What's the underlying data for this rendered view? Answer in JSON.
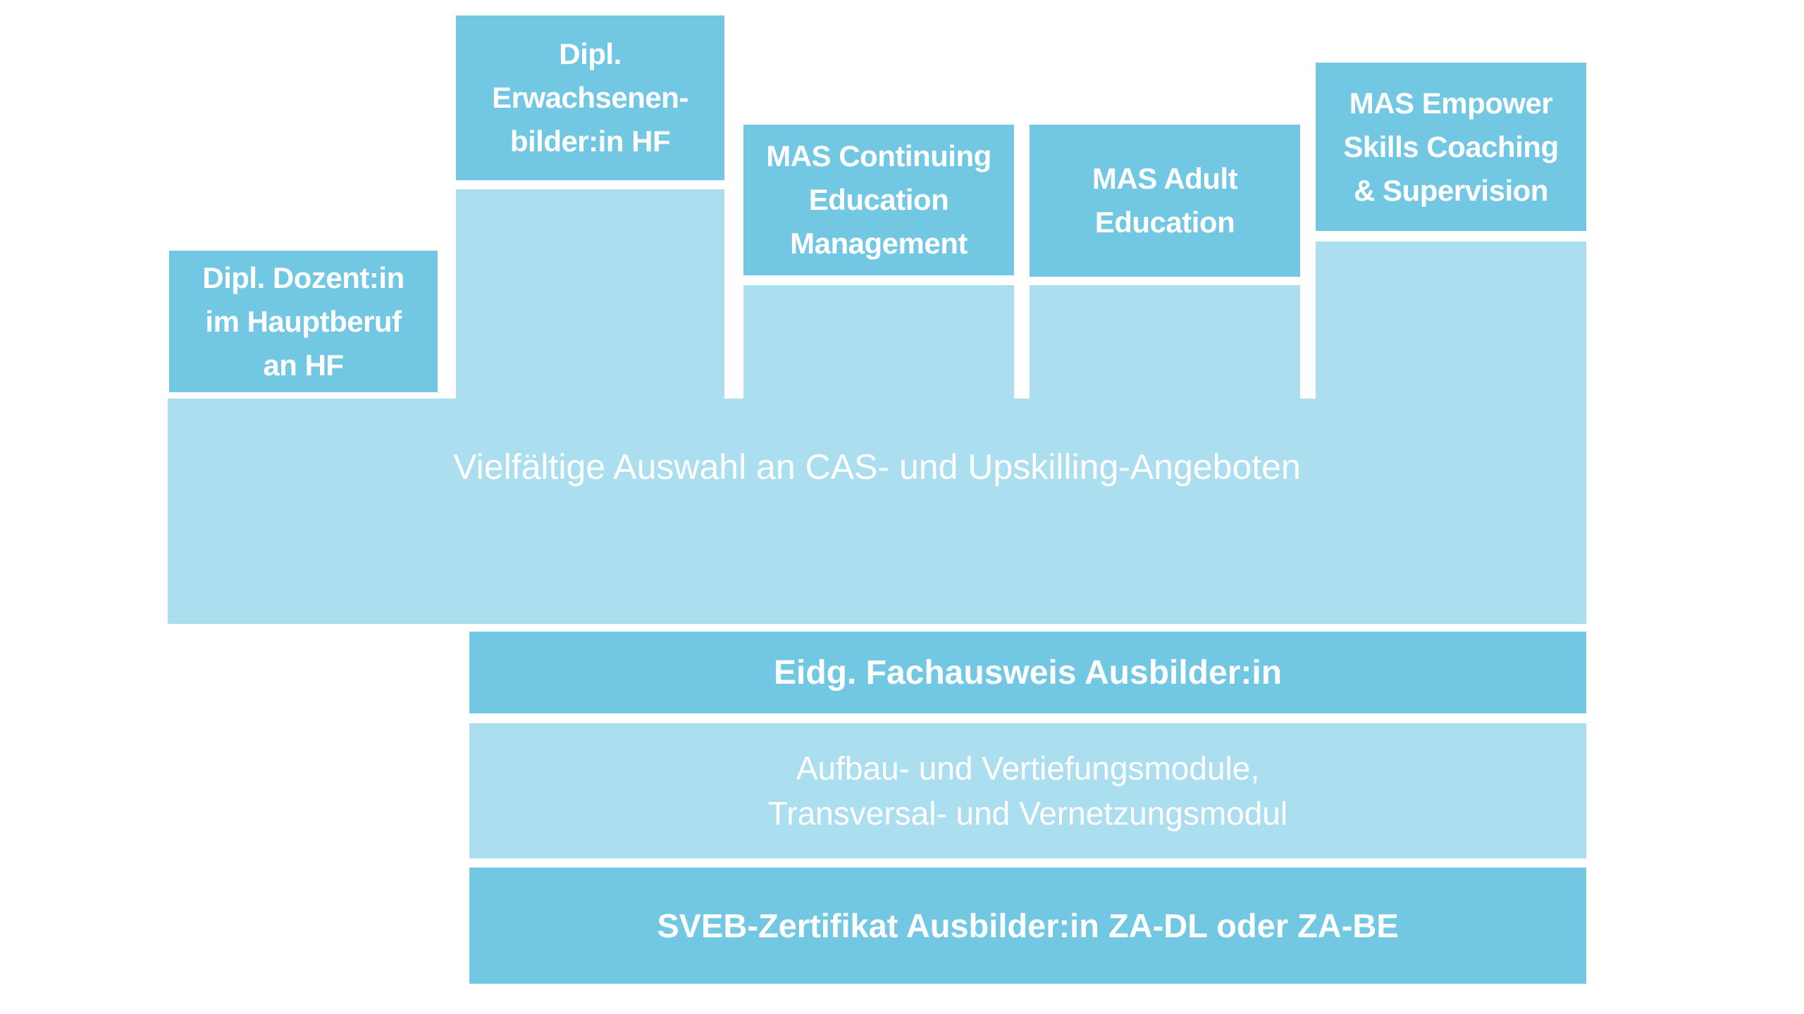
{
  "colors": {
    "dark_blue": "#72C7E3",
    "light_blue": "#ABDEEE",
    "text": "#FFFFFF"
  },
  "top_degrees": [
    {
      "label": "Dipl. Dozent:in\nim Hauptberuf\nan HF"
    },
    {
      "label": "Dipl.\nErwachsenen-\nbilder:in HF"
    },
    {
      "label": "MAS Continuing\nEducation\nManagement"
    },
    {
      "label": "MAS Adult\nEducation"
    },
    {
      "label": "MAS Empower\nSkills Coaching\n& Supervision"
    }
  ],
  "cas_band": {
    "label": "Vielfältige Auswahl an CAS- und Upskilling-Angeboten"
  },
  "fachausweis": {
    "label": "Eidg. Fachausweis Ausbilder:in"
  },
  "modules": {
    "line1": "Aufbau- und Vertiefungsmodule,",
    "line2": "Transversal- und Vernetzungsmodul"
  },
  "sveb": {
    "label": "SVEB-Zertifikat Ausbilder:in ZA-DL oder ZA-BE"
  }
}
